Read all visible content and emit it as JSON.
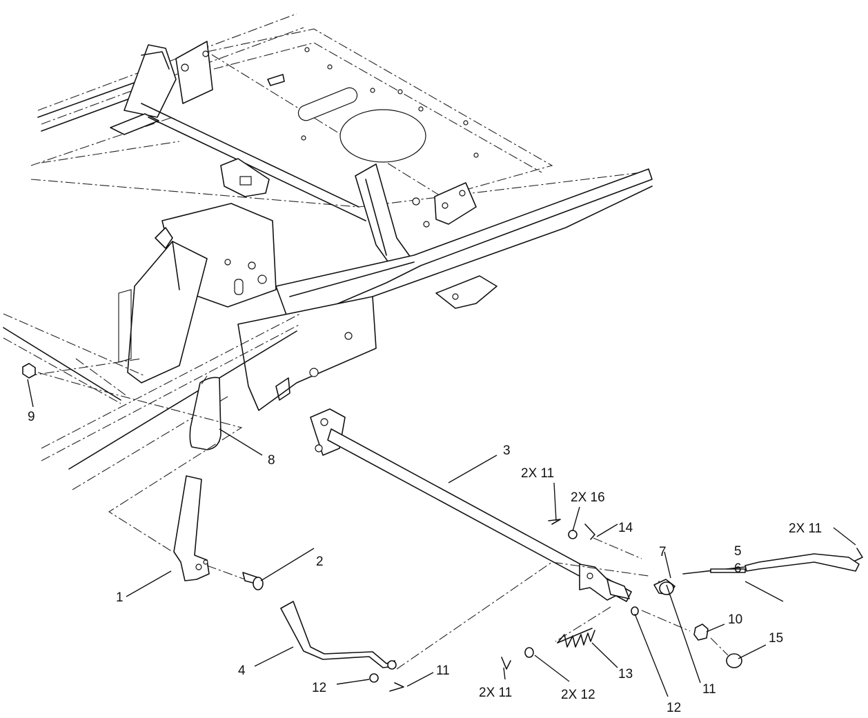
{
  "callouts": [
    {
      "id": "c1",
      "text": "1"
    },
    {
      "id": "c2",
      "text": "2"
    },
    {
      "id": "c3",
      "text": "3"
    },
    {
      "id": "c4",
      "text": "4"
    },
    {
      "id": "c5",
      "text": "5"
    },
    {
      "id": "c6",
      "text": "6"
    },
    {
      "id": "c7",
      "text": "7"
    },
    {
      "id": "c8",
      "text": "8"
    },
    {
      "id": "c9",
      "text": "9"
    },
    {
      "id": "c10",
      "text": "10"
    },
    {
      "id": "c11a",
      "text": "2X 11"
    },
    {
      "id": "c16",
      "text": "2X 16"
    },
    {
      "id": "c14",
      "text": "14"
    },
    {
      "id": "c11b",
      "text": "2X 11"
    },
    {
      "id": "c15",
      "text": "15"
    },
    {
      "id": "c13",
      "text": "13"
    },
    {
      "id": "c12a",
      "text": "2X 12"
    },
    {
      "id": "c11c",
      "text": "2X 11"
    },
    {
      "id": "c11d",
      "text": "11"
    },
    {
      "id": "c12b",
      "text": "12"
    },
    {
      "id": "c12c",
      "text": "12"
    },
    {
      "id": "c11e",
      "text": "11"
    }
  ]
}
